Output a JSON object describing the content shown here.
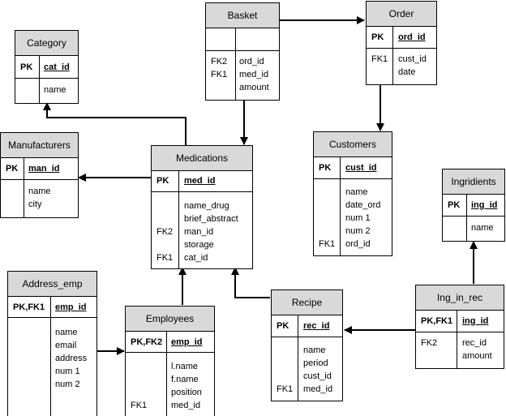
{
  "entities": {
    "category": {
      "title": "Category",
      "pk_row": {
        "keys": [
          "PK"
        ],
        "fields": [
          "cat_id"
        ]
      },
      "body_row": {
        "keys": [],
        "fields": [
          "name"
        ]
      }
    },
    "manufacturers": {
      "title": "Manufacturers",
      "pk_row": {
        "keys": [
          "PK"
        ],
        "fields": [
          "man_id"
        ]
      },
      "body_row": {
        "keys": [],
        "fields": [
          "name",
          "city"
        ]
      }
    },
    "basket": {
      "title": "Basket",
      "pk_row": {
        "keys": [],
        "fields": []
      },
      "body_row": {
        "keys": [
          "FK2",
          "FK1"
        ],
        "fields": [
          "ord_id",
          "med_id",
          "amount"
        ]
      }
    },
    "order": {
      "title": "Order",
      "pk_row": {
        "keys": [
          "PK"
        ],
        "fields": [
          "ord_id"
        ]
      },
      "body_row": {
        "keys": [
          "FK1"
        ],
        "fields": [
          "cust_id",
          "date"
        ]
      }
    },
    "medications": {
      "title": "Medications",
      "pk_row": {
        "keys": [
          "PK"
        ],
        "fields": [
          "med_id"
        ]
      },
      "body_row": {
        "keys": [
          "",
          "",
          "FK2",
          "",
          "FK1"
        ],
        "fields": [
          "name_drug",
          "brief_abstract",
          "man_id",
          "storage",
          "cat_id"
        ]
      }
    },
    "customers": {
      "title": "Customers",
      "pk_row": {
        "keys": [
          "PK"
        ],
        "fields": [
          "cust_id"
        ]
      },
      "body_row": {
        "keys": [
          "",
          "",
          "",
          "",
          "FK1"
        ],
        "fields": [
          "name",
          "date_ord",
          "num 1",
          "num 2",
          "ord_id"
        ]
      }
    },
    "ingridients": {
      "title": "Ingridients",
      "pk_row": {
        "keys": [
          "PK"
        ],
        "fields": [
          "ing_id"
        ]
      },
      "body_row": {
        "keys": [],
        "fields": [
          "name"
        ]
      }
    },
    "address_emp": {
      "title": "Address_emp",
      "pk_row": {
        "keys": [
          "PK,FK1"
        ],
        "fields": [
          "emp_id"
        ]
      },
      "body_row": {
        "keys": [],
        "fields": [
          "name",
          "email",
          "address",
          "num 1",
          "num 2"
        ]
      }
    },
    "employees": {
      "title": "Employees",
      "pk_row": {
        "keys": [
          "PK,FK2"
        ],
        "fields": [
          "emp_id"
        ]
      },
      "body_row": {
        "keys": [
          "",
          "",
          "",
          "FK1"
        ],
        "fields": [
          "l.name",
          "f.name",
          "position",
          "med_id"
        ]
      }
    },
    "recipe": {
      "title": "Recipe",
      "pk_row": {
        "keys": [
          "PK"
        ],
        "fields": [
          "rec_id"
        ]
      },
      "body_row": {
        "keys": [
          "",
          "",
          "",
          "FK1"
        ],
        "fields": [
          "name",
          "period",
          "cust_id",
          "med_id"
        ]
      }
    },
    "ing_in_rec": {
      "title": "Ing_in_rec",
      "pk_row": {
        "keys": [
          "PK,FK1"
        ],
        "fields": [
          "ing_id"
        ]
      },
      "body_row": {
        "keys": [
          "FK2"
        ],
        "fields": [
          "rec_id",
          "amount"
        ]
      }
    }
  },
  "relationships": [
    {
      "from": "basket",
      "to": "order"
    },
    {
      "from": "basket",
      "to": "medications"
    },
    {
      "from": "order",
      "to": "customers"
    },
    {
      "from": "medications",
      "to": "category"
    },
    {
      "from": "medications",
      "to": "manufacturers"
    },
    {
      "from": "employees",
      "to": "medications"
    },
    {
      "from": "recipe",
      "to": "medications"
    },
    {
      "from": "address_emp",
      "to": "employees"
    },
    {
      "from": "ing_in_rec",
      "to": "recipe"
    },
    {
      "from": "ing_in_rec",
      "to": "ingridients"
    }
  ]
}
